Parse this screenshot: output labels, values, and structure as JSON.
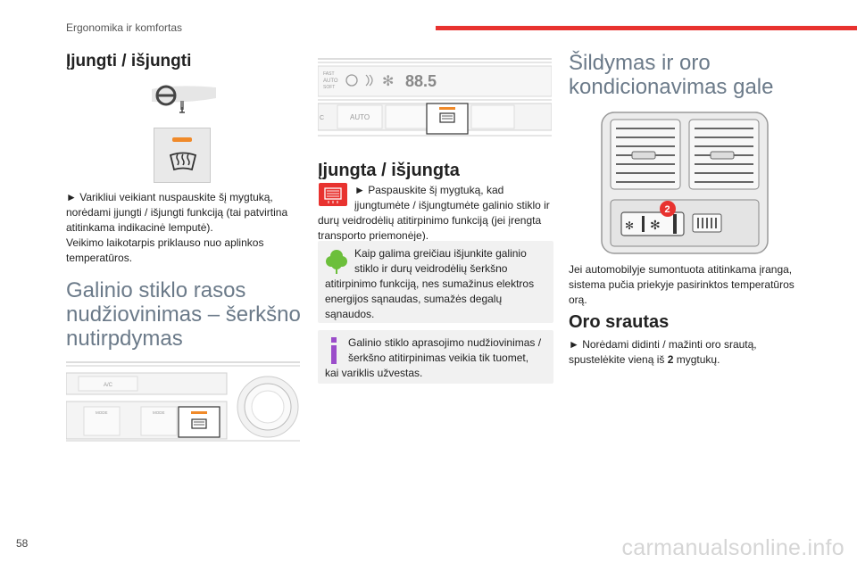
{
  "header": {
    "section": "Ergonomika ir komfortas"
  },
  "colors": {
    "accent_red": "#e8322f",
    "heading_gray": "#6b7a89",
    "leaf_green": "#6cbf3b",
    "info_purple": "#9b4dca"
  },
  "col1": {
    "heading": "Įjungti / išjungti",
    "para1": "► Varikliui veikiant nuspauskite šį mygtuką, norėdami įjungti / išjungti funkciją (tai patvirtina atitinkama indikacinė lemputė).",
    "para2": "Veikimo laikotarpis priklauso nuo aplinkos temperatūros.",
    "section_title_1": "Galinio stiklo rasos",
    "section_title_2": "nudžiovinimas – šerkšno",
    "section_title_3": "nutirpdymas",
    "panel": {
      "ac_label": "A/C",
      "mode1": "MODE",
      "mode2": "MODE"
    }
  },
  "col2": {
    "panel": {
      "fast": "FAST",
      "auto": "AUTO",
      "soft": "SOFT",
      "display": "88.5",
      "ac": "C",
      "auto_button": "AUTO"
    },
    "heading": "Įjungta / išjungta",
    "para_line1": "► Paspauskite šį mygtuką, kad",
    "para_line2": "įjungtumėte / išjungtumėte galinio stiklo ir",
    "para_rest": "durų veidrodėlių atitirpinimo funkciją (jei įrengta transporto priemonėje).",
    "eco_line1": "Kaip galima greičiau išjunkite galinio",
    "eco_line2": "stiklo ir durų veidrodėlių šerkšno",
    "eco_rest": "atitirpinimo funkciją, nes sumažinus elektros energijos sąnaudas, sumažės degalų sąnaudos.",
    "info_line1": "Galinio stiklo aprasojimo nudžiovinimas /",
    "info_line2": "šerkšno atitirpinimas veikia tik tuomet,",
    "info_rest": "kai variklis užvestas."
  },
  "col3": {
    "title_1": "Šildymas ir oro",
    "title_2": "kondicionavimas gale",
    "callout": "2",
    "para": "Jei automobilyje sumontuota atitinkama įranga, sistema pučia priekyje pasirinktos temperatūros orą.",
    "heading": "Oro srautas",
    "flow_pre": "► Norėdami didinti / mažinti oro srautą, spustelėkite vieną iš ",
    "flow_num": "2",
    "flow_post": " mygtukų."
  },
  "page_number": "58",
  "watermark": "carmanualsonline.info"
}
